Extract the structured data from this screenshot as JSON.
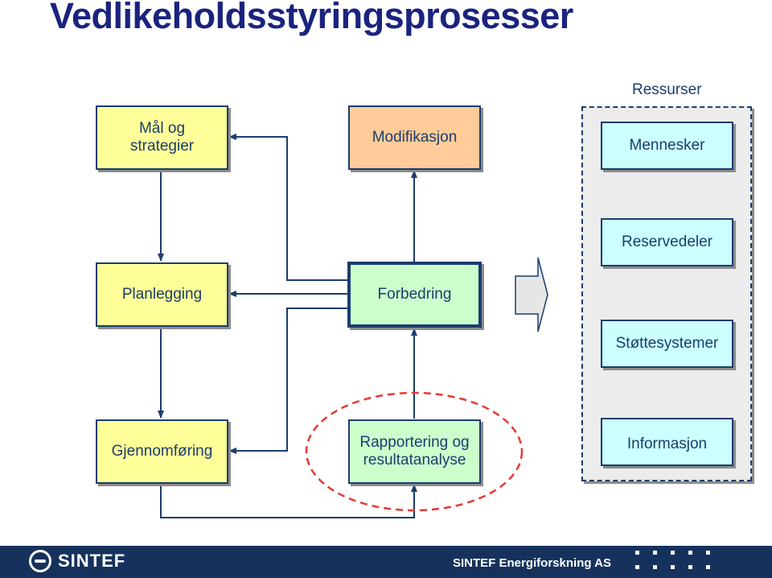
{
  "title": "Vedlikeholdsstyringsprosesser",
  "boxes": {
    "maal": "Mål og strategier",
    "modifikasjon": "Modifikasjon",
    "planlegging": "Planlegging",
    "forbedring": "Forbedring",
    "gjennomforing": "Gjennomføring",
    "rapportering": "Rapportering og resultatanalyse"
  },
  "resources": {
    "label": "Ressurser",
    "items": [
      "Mennesker",
      "Reservedeler",
      "Støttesystemer",
      "Informasjon"
    ]
  },
  "footer": {
    "logo_text": "SINTEF",
    "org": "SINTEF Energiforskning AS"
  },
  "colors": {
    "title": "#1a237e",
    "border": "#1b3d6e",
    "yellow": "#ffff99",
    "orange": "#ffcc99",
    "green": "#ccffcc",
    "cyan": "#ccffff",
    "highlight_ellipse": "#e53935",
    "footer": "#16325c"
  },
  "icons": [
    "big-right-arrow-icon",
    "sintef-logo-icon"
  ]
}
